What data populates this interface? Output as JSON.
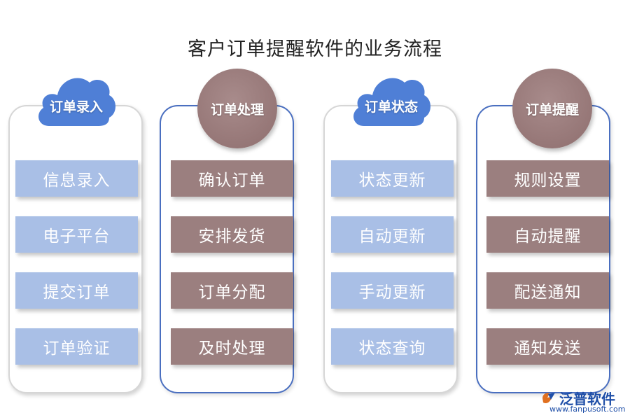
{
  "title": "客户订单提醒软件的业务流程",
  "colors": {
    "cloud": "#4f7fd6",
    "circle": "#9a7b7b",
    "blue_item": "#a9bfe6",
    "brown_item": "#9b7f7f",
    "blue_border": "#4a6fc0"
  },
  "columns": [
    {
      "header": "订单录入",
      "header_shape": "cloud-icon",
      "items": [
        "信息录入",
        "电子平台",
        "提交订单",
        "订单验证"
      ]
    },
    {
      "header": "订单处理",
      "header_shape": "circle",
      "items": [
        "确认订单",
        "安排发货",
        "订单分配",
        "及时处理"
      ]
    },
    {
      "header": "订单状态",
      "header_shape": "cloud-icon",
      "items": [
        "状态更新",
        "自动更新",
        "手动更新",
        "状态查询"
      ]
    },
    {
      "header": "订单提醒",
      "header_shape": "circle",
      "items": [
        "规则设置",
        "自动提醒",
        "配送通知",
        "通知发送"
      ]
    }
  ],
  "logo": {
    "name": "泛普软件",
    "url": "www.fanpusoft.com"
  }
}
